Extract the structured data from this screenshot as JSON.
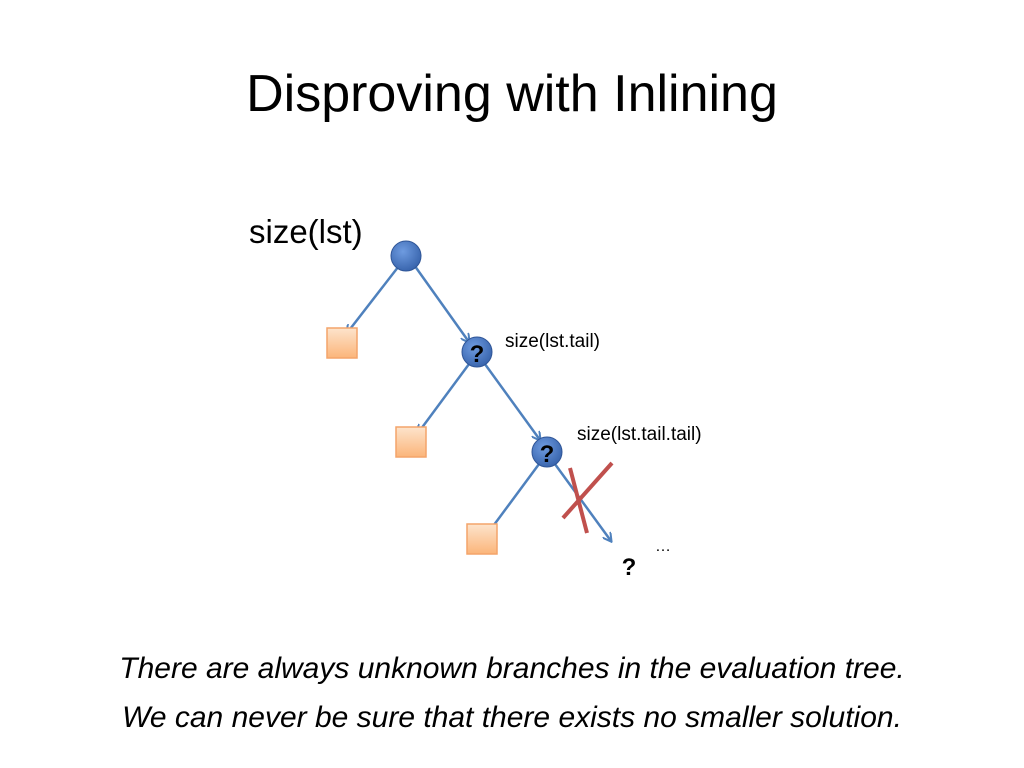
{
  "slide": {
    "title": "Disproving with Inlining",
    "caption_lines": [
      "There are always unknown branches in the evaluation tree.",
      "We can never be sure that there exists no smaller solution."
    ]
  },
  "diagram": {
    "root_label": "size(lst)",
    "node1_label": "size(lst.tail)",
    "node2_label": "size(lst.tail.tail)",
    "unknown_mark": "?",
    "ellipsis": "…",
    "colors": {
      "edge": "#4F81BD",
      "root_fill": "#4472C4",
      "node_fill": "#3F6DB4",
      "leaf_fill": "#FCCB9A",
      "leaf_border": "#F4A46A",
      "cross": "#C0504D"
    }
  }
}
